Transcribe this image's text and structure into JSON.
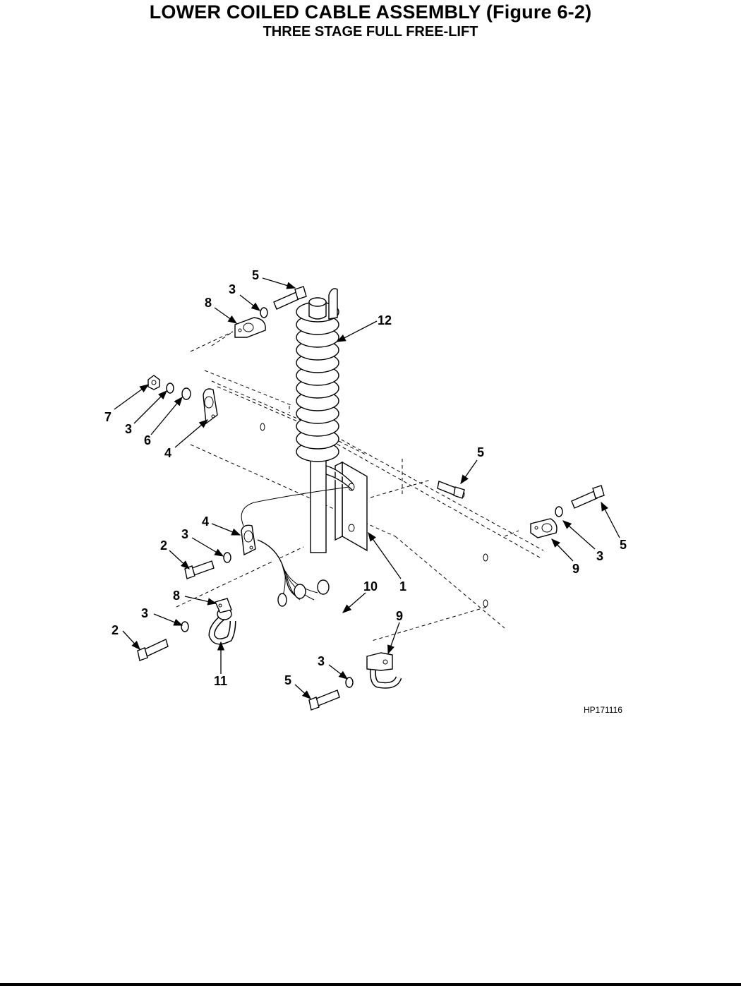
{
  "header": {
    "title": "LOWER COILED CABLE ASSEMBLY (Figure 6-2)",
    "subtitle": "THREE STAGE FULL FREE-LIFT"
  },
  "diagram": {
    "drawing_id": "HP171116",
    "callouts": [
      "5",
      "3",
      "8",
      "12",
      "7",
      "3",
      "6",
      "4",
      "5",
      "4",
      "3",
      "2",
      "5",
      "3",
      "9",
      "1",
      "10",
      "8",
      "3",
      "2",
      "9",
      "3",
      "11",
      "5"
    ]
  }
}
